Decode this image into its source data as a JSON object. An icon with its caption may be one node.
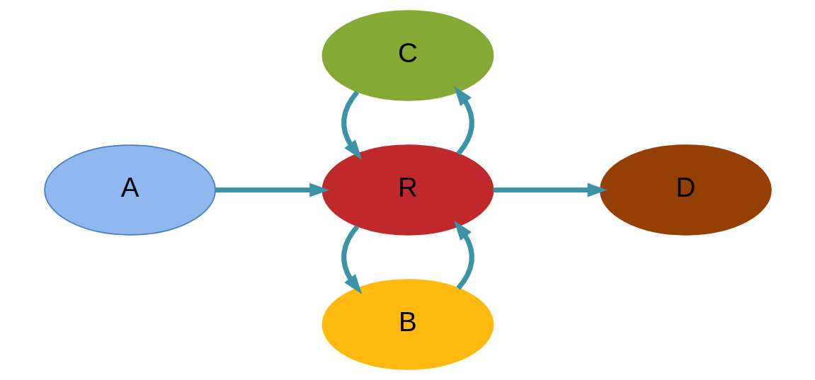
{
  "diagram": {
    "nodes": [
      {
        "text": [
          "B"
        ]
      },
      {
        "text": [
          "A"
        ]
      },
      {
        "text": [
          "R"
        ]
      },
      {
        "text": [
          "D"
        ]
      },
      {
        "text": [
          "C"
        ]
      }
    ],
    "edges": [
      {
        "from": 1,
        "to": 2,
        "arrow": "to"
      },
      {
        "from": 0,
        "to": 2,
        "arrow": "to"
      },
      {
        "from": 2,
        "to": 0,
        "arrow": "to"
      },
      {
        "from": 2,
        "to": 3,
        "arrow": "to"
      },
      {
        "from": 2,
        "to": 4,
        "arrow": "to"
      },
      {
        "from": 4,
        "to": 2,
        "arrow": "to"
      }
    ]
  }
}
